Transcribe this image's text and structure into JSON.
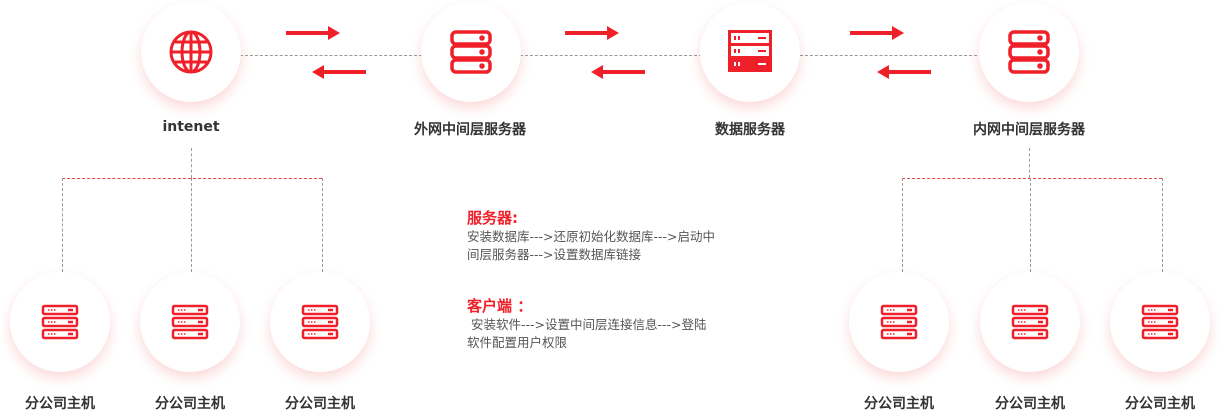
{
  "nodes": {
    "internet": "intenet",
    "outer_middle": "外网中间层服务器",
    "database": "数据服务器",
    "inner_middle": "内网中间层服务器"
  },
  "branches": [
    "分公司主机",
    "分公司主机",
    "分公司主机",
    "分公司主机",
    "分公司主机",
    "分公司主机"
  ],
  "notes": {
    "server_title": "服务器:",
    "server_line1": "安装数据库--->还原初始化数据库--->启动中",
    "server_line2": "间层服务器--->设置数据库链接",
    "client_title": "客户端 ：",
    "client_line1": " 安装软件--->设置中间层连接信息--->登陆",
    "client_line2": "软件配置用户权限"
  },
  "colors": {
    "accent": "#f0202a"
  }
}
